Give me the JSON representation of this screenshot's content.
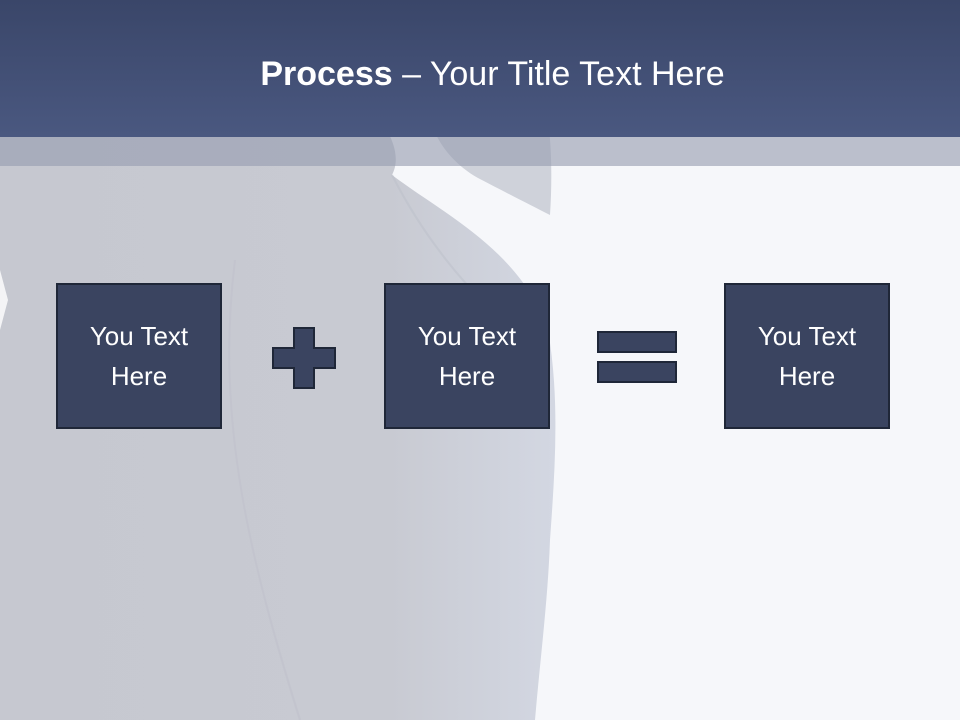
{
  "slide": {
    "title": {
      "bold_part": "Process",
      "rest": " – Your Title Text Here"
    },
    "boxes": [
      {
        "text": "You Text\nHere"
      },
      {
        "text": "You Text\nHere"
      },
      {
        "text": "You Text\nHere"
      }
    ],
    "operators": [
      {
        "icon": "plus-icon"
      },
      {
        "icon": "equals-icon"
      }
    ],
    "colors": {
      "header": "#3a4669",
      "box_fill": "#3a4460",
      "box_border": "#1f2738",
      "background": "#f6f7fa"
    }
  }
}
